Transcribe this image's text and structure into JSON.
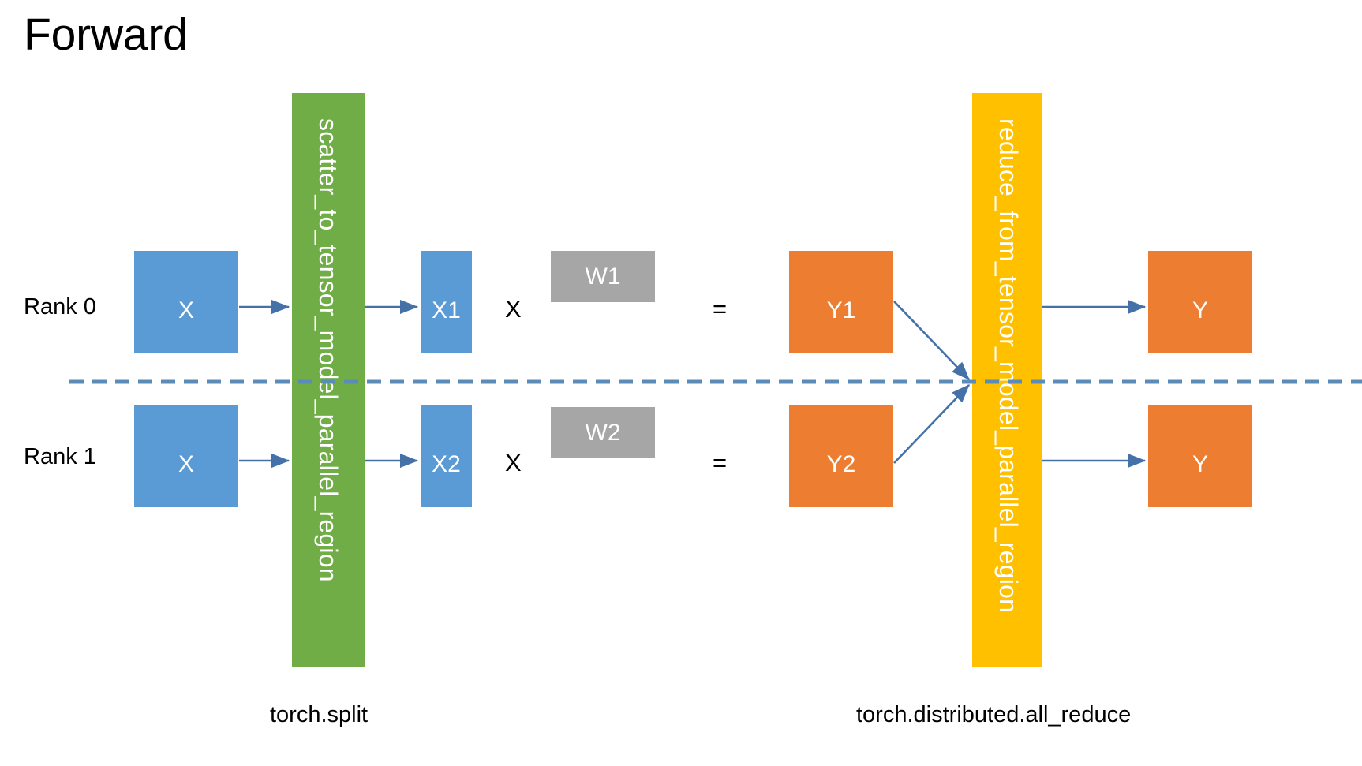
{
  "slide": {
    "title": "Forward",
    "background_color": "#FFFFFF"
  },
  "palette": {
    "blue": "#5B9BD5",
    "green": "#70AD47",
    "yellow": "#FFC000",
    "orange": "#ED7D31",
    "gray": "#A6A6A6",
    "arrow_blue": "#4472A8",
    "dashed_blue": "#5B8CB8",
    "text_black": "#000000",
    "text_white": "#FFFFFF"
  },
  "ranks": [
    {
      "label": "Rank 0"
    },
    {
      "label": "Rank 1"
    }
  ],
  "process_bars": [
    {
      "name": "scatter-bar",
      "label": "scatter_to_tensor_model_parallel_region",
      "color": "#70AD47",
      "caption": "torch.split"
    },
    {
      "name": "reduce-bar",
      "label": "reduce_from_tensor_model_parallel_region",
      "color": "#FFC000",
      "caption": "torch.distributed.all_reduce"
    }
  ],
  "rank0": {
    "input": "X",
    "shard": "X1",
    "weight": "W1",
    "partial_output": "Y1",
    "output": "Y",
    "multiply_symbol": "X",
    "equals_symbol": "="
  },
  "rank1": {
    "input": "X",
    "shard": "X2",
    "weight": "W2",
    "partial_output": "Y2",
    "output": "Y",
    "multiply_symbol": "X",
    "equals_symbol": "="
  },
  "captions": {
    "left": "torch.split",
    "right": "torch.distributed.all_reduce"
  }
}
